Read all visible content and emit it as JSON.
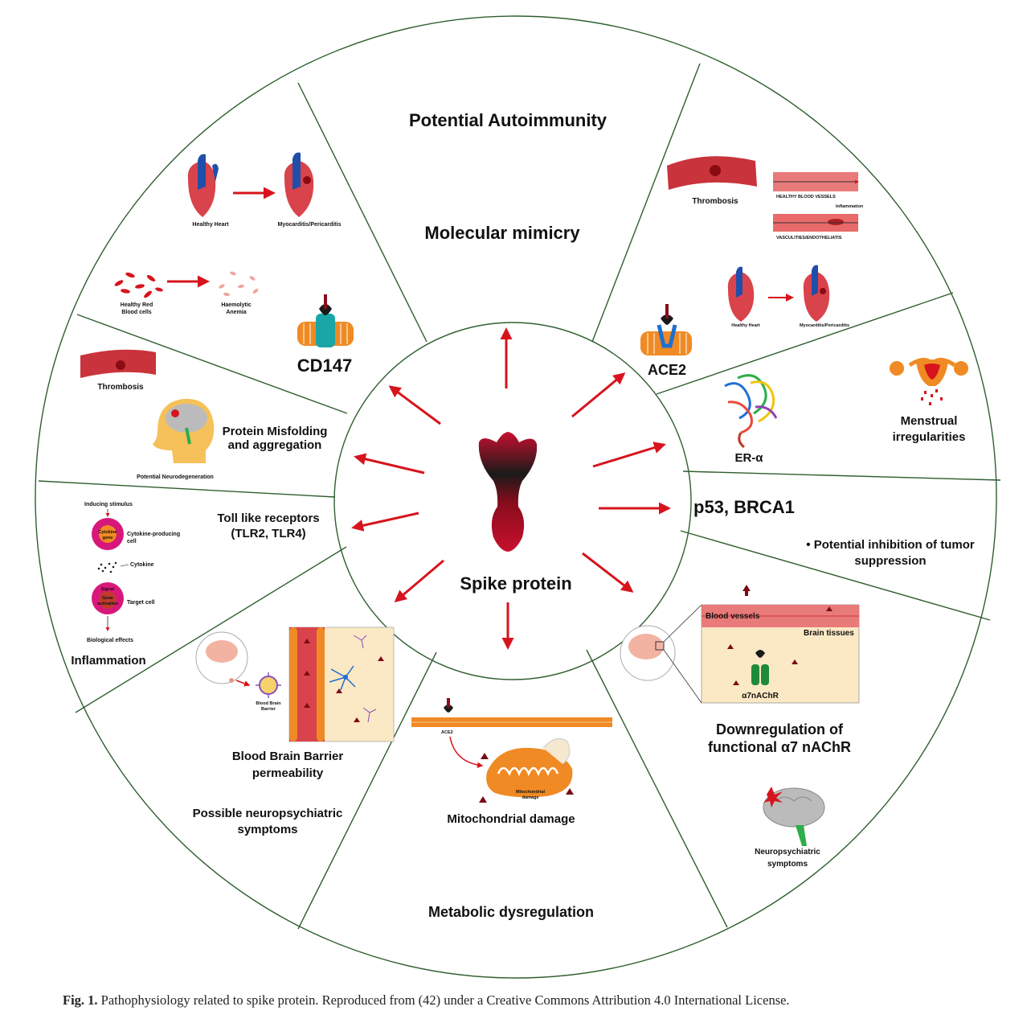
{
  "center": {
    "title": "Spike protein"
  },
  "sections": {
    "autoimmunity": {
      "title": "Potential Autoimmunity",
      "subtitle": "Molecular mimicry",
      "healthy_heart": "Healthy Heart",
      "myocarditis": "Myocarditis/Pericarditis",
      "healthy_rbc": [
        "Healthy Red",
        "Blood cells"
      ],
      "anemia": [
        "Haemolytic",
        "Anemia"
      ],
      "receptor": "CD147"
    },
    "cardio": {
      "thrombosis": "Thrombosis",
      "healthy_vessels": "HEALTHY BLOOD VESSELS",
      "inflammation": "Inflammation",
      "vasculitis": "VASCULITIES/ENDOTHELIATIS",
      "healthy_heart": "Healthy Heart",
      "myocarditis": "Myocarditis/Pericarditis",
      "receptor": "ACE2"
    },
    "reproductive": {
      "receptor": "ER-α",
      "effect": [
        "Menstrual",
        "irregularities"
      ]
    },
    "tumor": {
      "title": "p53, BRCA1",
      "bullet": [
        "• Potential inhibition of tumor",
        "suppression"
      ]
    },
    "neuro_nachr": {
      "blood_vessels": "Blood vessels",
      "brain_tissues": "Brain tissues",
      "receptor": "α7nAChR",
      "title": [
        "Downregulation of",
        "functional α7 nAChR"
      ],
      "symptoms": [
        "Neuropsychiatric",
        "symptoms"
      ]
    },
    "metabolic": {
      "title": "Metabolic dysregulation",
      "receptor": "ACE2",
      "damage_small": [
        "Mitochondrial",
        "damage"
      ],
      "damage": "Mitochondrial damage"
    },
    "bbb": {
      "bbb_small": [
        "Blood Brain",
        "Barrier"
      ],
      "title": [
        "Blood Brain Barrier",
        "permeability"
      ],
      "symptoms": [
        "Possible neuropsychiatric",
        "symptoms"
      ]
    },
    "inflammation": {
      "stimulus": "Inducing stimulus",
      "cytokine_gene": [
        "Cytokine",
        "gene"
      ],
      "producing_cell": [
        "Cytokine-producing",
        "cell"
      ],
      "cytokine": "Cytokine",
      "signal": "Signal",
      "gene_activation": [
        "Gene",
        "activation"
      ],
      "target_cell": "Target cell",
      "effects": "Biological effects",
      "title": "Inflammation",
      "receptors": [
        "Toll like receptors",
        "(TLR2, TLR4)"
      ]
    },
    "neurodegeneration": {
      "thrombosis": "Thrombosis",
      "misfolding": [
        "Protein Misfolding",
        "and aggregation"
      ],
      "potential": "Potential Neurodegeneration"
    }
  },
  "caption": {
    "label": "Fig. 1.",
    "text": "Pathophysiology related to spike protein. Reproduced from (42) under a Creative Commons Attribution 4.0 International License."
  },
  "colors": {
    "ring": "#2f5e2f",
    "arrow": "#d7141d",
    "spike_dark": "#1a1a1a",
    "spike_red": "#c8102e",
    "vessel": "#d9434c",
    "heart_blue": "#1f4fa8",
    "membrane": "#f08a24",
    "panel_fill": "#fbe8c4"
  }
}
